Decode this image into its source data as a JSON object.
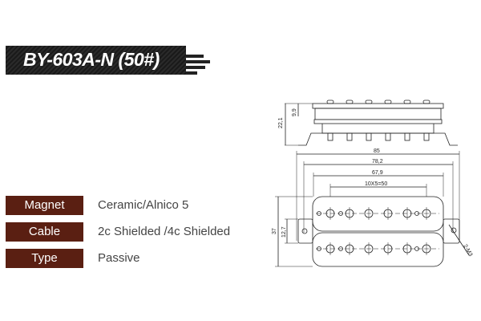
{
  "title": "BY-603A-N (50#)",
  "specs": [
    {
      "label": "Magnet",
      "value": "Ceramic/Alnico 5"
    },
    {
      "label": "Cable",
      "value": "2c Shielded /4c Shielded"
    },
    {
      "label": "Type",
      "value": "Passive"
    }
  ],
  "drawing": {
    "dim_85": "85",
    "dim_78": "78,2",
    "dim_67": "67,9",
    "dim_pole": "10X5=50",
    "dim_37": "37",
    "dim_12": "12,7",
    "dim_9": "9,9",
    "dim_22": "22,1",
    "dim_screw": "2-M3"
  },
  "colors": {
    "label_bg": "#5a1f12"
  }
}
